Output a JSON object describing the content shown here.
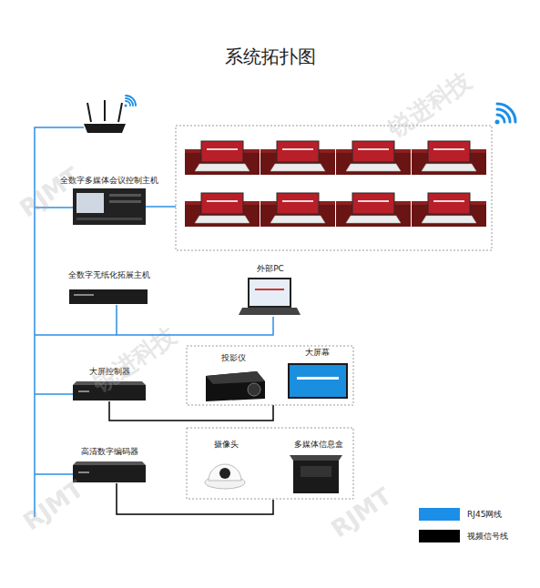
{
  "diagram": {
    "title": "系统拓扑图",
    "nodes": [
      {
        "text": [
          "全数字多媒体会议控制主机"
        ]
      },
      {
        "text": [
          "全数字无纸化拓展主机"
        ]
      },
      {
        "text": [
          "外部PC"
        ]
      },
      {
        "text": [
          "大屏控制器"
        ]
      },
      {
        "text": [
          "投影仪"
        ]
      },
      {
        "text": [
          "大屏幕"
        ]
      },
      {
        "text": [
          "高清数字编码器"
        ]
      },
      {
        "text": [
          "摄像头"
        ]
      },
      {
        "text": [
          "多媒体信息盒"
        ]
      }
    ],
    "edges": [
      {
        "from": 1,
        "to": 2,
        "arrow": "none"
      }
    ],
    "labels": [
      "锐进科技",
      "锐进科技",
      "RJMT",
      "RJMT",
      "RJMT"
    ],
    "legend": [
      {
        "text": "RJ45网线",
        "color": "#1b8fe8"
      },
      {
        "text": "视频信号线",
        "color": "#000000"
      }
    ]
  }
}
